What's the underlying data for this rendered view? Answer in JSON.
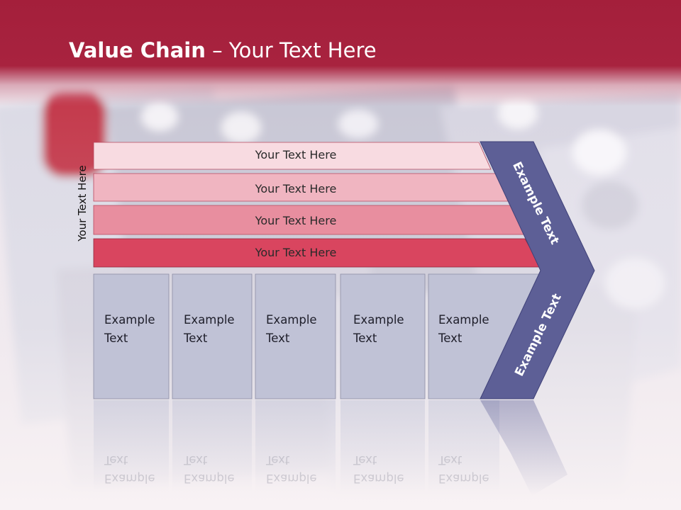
{
  "title": {
    "bold": "Value Chain",
    "rest": " – Your Text Here"
  },
  "side_label": "Your Text Here",
  "rows": [
    {
      "label": "Your Text Here",
      "color": "#f8dbe1"
    },
    {
      "label": "Your Text Here",
      "color": "#f0b5c1"
    },
    {
      "label": "Your Text Here",
      "color": "#e88e9f"
    },
    {
      "label": "Your Text Here",
      "color": "#d9455f"
    }
  ],
  "boxes": [
    {
      "line1": "Example",
      "line2": "Text"
    },
    {
      "line1": "Example",
      "line2": "Text"
    },
    {
      "line1": "Example",
      "line2": "Text"
    },
    {
      "line1": "Example",
      "line2": "Text"
    },
    {
      "line1": "Example",
      "line2": "Text"
    }
  ],
  "chevron": {
    "top_label": "Example Text",
    "bottom_label": "Example Text",
    "color": "#5d5f96"
  },
  "colors": {
    "header": "#a41f3b",
    "box_fill": "#c0c2d6"
  }
}
